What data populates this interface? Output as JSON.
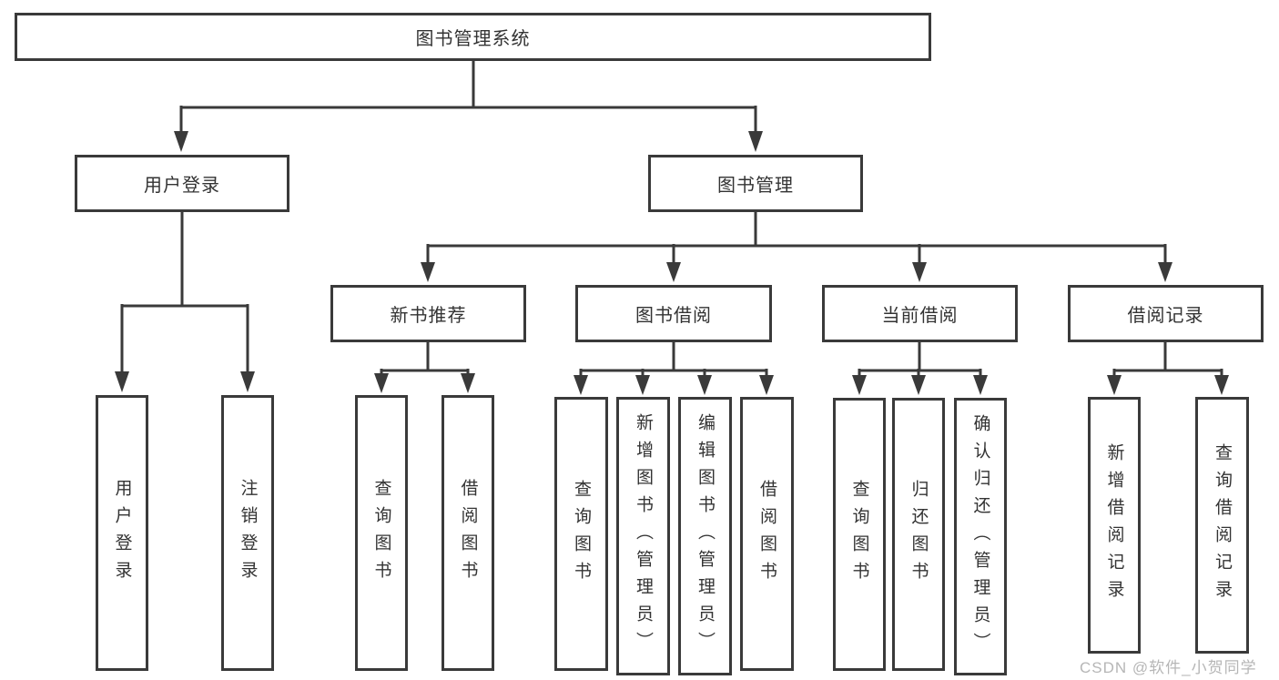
{
  "tree": {
    "root": "图书管理系统",
    "branches": [
      {
        "label": "用户登录",
        "children": [
          "用户登录",
          "注销登录"
        ]
      },
      {
        "label": "图书管理",
        "children": [
          {
            "label": "新书推荐",
            "children": [
              "查询图书",
              "借阅图书"
            ]
          },
          {
            "label": "图书借阅",
            "children": [
              "查询图书",
              "新增图书（管理员）",
              "编辑图书（管理员）",
              "借阅图书"
            ]
          },
          {
            "label": "当前借阅",
            "children": [
              "查询图书",
              "归还图书",
              "确认归还（管理员）"
            ]
          },
          {
            "label": "借阅记录",
            "children": [
              "新增借阅记录",
              "查询借阅记录"
            ]
          }
        ]
      }
    ]
  },
  "watermark": "CSDN @软件_小贺同学",
  "colors": {
    "line": "#3a3a3a",
    "text": "#333333",
    "background": "#ffffff",
    "watermark": "#b0b0b0"
  }
}
